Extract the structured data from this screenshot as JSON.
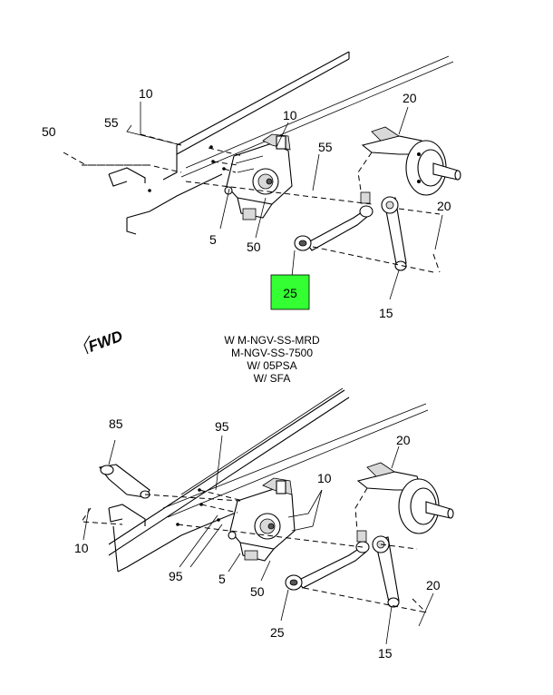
{
  "callouts_top": {
    "c10a": "10",
    "c10b": "10",
    "c55a": "55",
    "c55b": "55",
    "c50a": "50",
    "c20a": "20",
    "c20b": "20",
    "c5": "5",
    "c50b": "50",
    "c25": "25",
    "c15": "15"
  },
  "highlight": {
    "color": "#33ff33",
    "label": "25"
  },
  "fwd_label": "FWD",
  "note_lines": [
    "W M-NGV-SS-MRD",
    "M-NGV-SS-7500",
    "W/ 05PSA",
    "W/ SFA"
  ],
  "callouts_bottom": {
    "c85": "85",
    "c95a": "95",
    "c20a": "20",
    "c10a": "10",
    "c10b": "10",
    "c95b": "95",
    "c5": "5",
    "c50": "50",
    "c20b": "20",
    "c25": "25",
    "c15": "15"
  }
}
